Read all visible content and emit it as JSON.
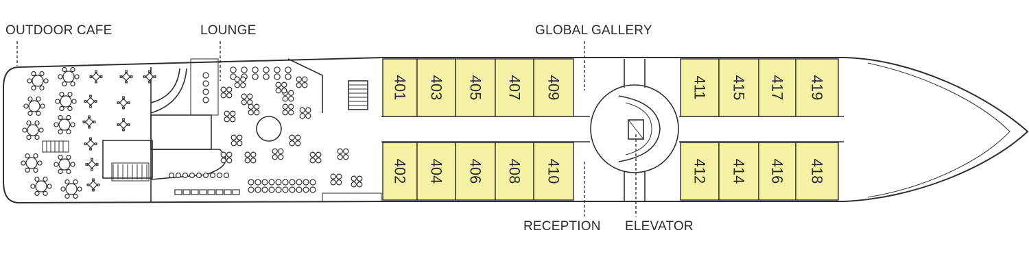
{
  "colors": {
    "cabin_fill": "#f5f2a6",
    "outline": "#2e2e2e",
    "background": "#ffffff"
  },
  "labels": {
    "outdoor_cafe": "OUTDOOR CAFE",
    "lounge": "LOUNGE",
    "global_gallery": "GLOBAL GALLERY",
    "reception": "RECEPTION",
    "elevator": "ELEVATOR"
  },
  "cabins": {
    "upper_aft": [
      "401",
      "403",
      "405",
      "407",
      "409"
    ],
    "lower_aft": [
      "402",
      "404",
      "406",
      "408",
      "410"
    ],
    "upper_fwd": [
      "411",
      "415",
      "417",
      "419"
    ],
    "lower_fwd": [
      "412",
      "414",
      "416",
      "418"
    ]
  }
}
